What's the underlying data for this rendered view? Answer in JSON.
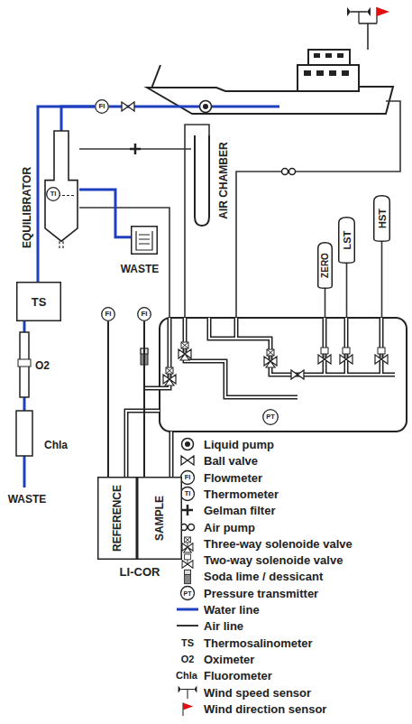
{
  "diagram": {
    "nodes": [
      {
        "text": [
          "FI"
        ]
      },
      {
        "text": [
          "EQUILIBRATOR"
        ]
      },
      {
        "text": [
          "TI"
        ],
        "in": 1
      },
      {
        "text": [
          "WASTE"
        ]
      },
      {
        "text": [
          "AIR CHAMBER"
        ]
      },
      {
        "text": [
          "ZERO"
        ]
      },
      {
        "text": [
          "LST"
        ]
      },
      {
        "text": [
          "HST"
        ]
      },
      {
        "text": [
          "TS"
        ]
      },
      {
        "text": [
          "FI"
        ]
      },
      {
        "text": [
          "FI"
        ]
      },
      {
        "text": [
          "PT"
        ]
      },
      {
        "text": [
          "LI-COR"
        ]
      },
      {
        "text": [
          "REFERENCE"
        ],
        "in": 12
      },
      {
        "text": [
          "SAMPLE"
        ],
        "in": 12
      }
    ],
    "edges": [
      {
        "from": 0,
        "to": 1,
        "arrow": "none"
      },
      {
        "from": 0,
        "to": 8,
        "arrow": "none"
      },
      {
        "from": 1,
        "to": 3,
        "arrow": "none"
      },
      {
        "from": 9,
        "to": 13,
        "arrow": "none"
      },
      {
        "from": 10,
        "to": 14,
        "arrow": "none"
      }
    ],
    "labels": [
      "O2",
      "Chla",
      "WASTE",
      "FI",
      "TI",
      "PT",
      "TS",
      "O2",
      "Chla"
    ],
    "legend": [
      {
        "text": "Liquid pump"
      },
      {
        "text": "Ball valve"
      },
      {
        "text": "Flowmeter"
      },
      {
        "text": "Thermometer"
      },
      {
        "text": "Gelman filter"
      },
      {
        "text": "Air pump"
      },
      {
        "text": "Three-way solenoide valve"
      },
      {
        "text": "Two-way solenoide valve"
      },
      {
        "text": "Soda lime / dessicant"
      },
      {
        "text": "Pressure transmitter"
      },
      {
        "text": "Water line"
      },
      {
        "text": "Air line"
      },
      {
        "text": "Thermosalinometer"
      },
      {
        "text": "Oximeter"
      },
      {
        "text": "Fluorometer"
      },
      {
        "text": "Wind speed sensor"
      },
      {
        "text": "Wind direction sensor"
      }
    ]
  }
}
